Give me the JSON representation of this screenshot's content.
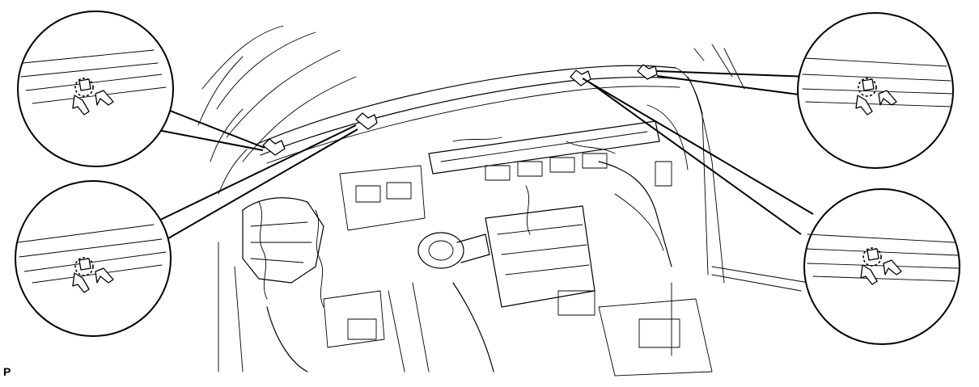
{
  "figure": {
    "corner_label": "P"
  },
  "callouts": [
    {
      "id": "top-left",
      "content": "clip-detail"
    },
    {
      "id": "bottom-left",
      "content": "clip-detail"
    },
    {
      "id": "top-right",
      "content": "clip-detail"
    },
    {
      "id": "bottom-right",
      "content": "clip-detail"
    }
  ],
  "icons": {
    "clip": "clip-icon",
    "claw": "claw-icon"
  },
  "colors": {
    "line": "#000000",
    "background": "#ffffff"
  }
}
